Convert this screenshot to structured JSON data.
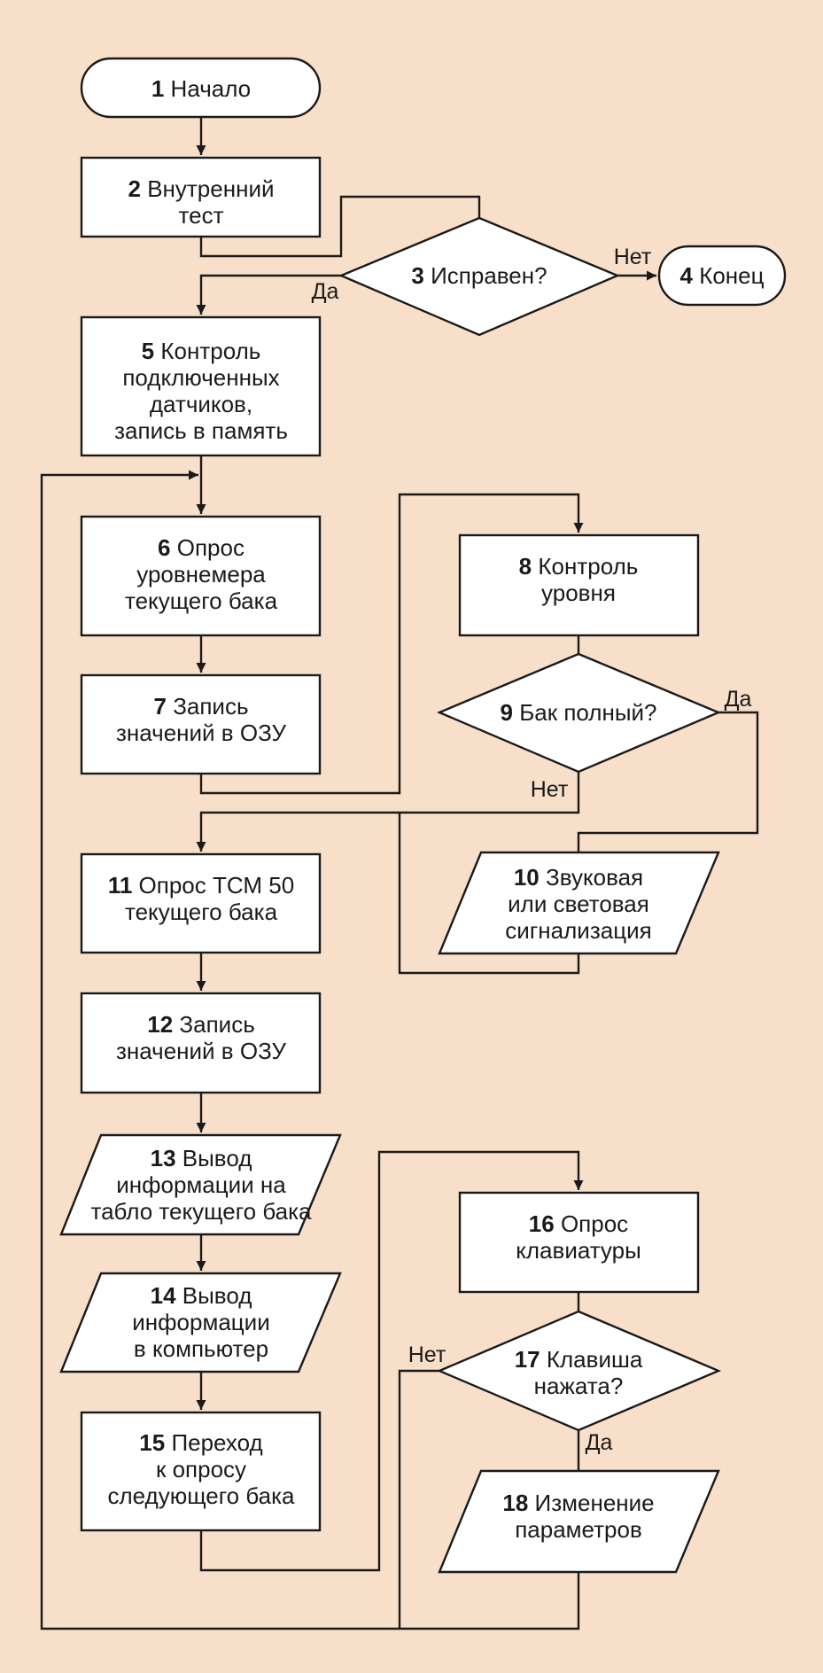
{
  "colors": {
    "background": "#f8dfc9",
    "shape_fill": "#ffffff",
    "stroke": "#1a1a1a"
  },
  "nodes": [
    {
      "id": "n1",
      "shape": "terminal",
      "number": "1",
      "lines": [
        "Начало"
      ]
    },
    {
      "id": "n2",
      "shape": "process",
      "number": "2",
      "lines": [
        "Внутренний",
        "тест"
      ]
    },
    {
      "id": "n3",
      "shape": "decision",
      "number": "3",
      "lines": [
        "Исправен?"
      ]
    },
    {
      "id": "n4",
      "shape": "terminal",
      "number": "4",
      "lines": [
        "Конец"
      ]
    },
    {
      "id": "n5",
      "shape": "process",
      "number": "5",
      "lines": [
        "Контроль",
        "подключенных",
        "датчиков,",
        "запись в память"
      ]
    },
    {
      "id": "n6",
      "shape": "process",
      "number": "6",
      "lines": [
        "Опрос",
        "уровнемера",
        "текущего бака"
      ]
    },
    {
      "id": "n7",
      "shape": "process",
      "number": "7",
      "lines": [
        "Запись",
        "значений в ОЗУ"
      ]
    },
    {
      "id": "n8",
      "shape": "process",
      "number": "8",
      "lines": [
        "Контроль",
        "уровня"
      ]
    },
    {
      "id": "n9",
      "shape": "decision",
      "number": "9",
      "lines": [
        "Бак полный?"
      ]
    },
    {
      "id": "n10",
      "shape": "parallelogram",
      "number": "10",
      "lines": [
        "Звуковая",
        "или световая",
        "сигнализация"
      ]
    },
    {
      "id": "n11",
      "shape": "process",
      "number": "11",
      "lines": [
        "Опрос ТСМ 50",
        "текущего бака"
      ]
    },
    {
      "id": "n12",
      "shape": "process",
      "number": "12",
      "lines": [
        "Запись",
        "значений в ОЗУ"
      ]
    },
    {
      "id": "n13",
      "shape": "parallelogram",
      "number": "13",
      "lines": [
        "Вывод",
        "информации на",
        "табло текущего бака"
      ]
    },
    {
      "id": "n14",
      "shape": "parallelogram",
      "number": "14",
      "lines": [
        "Вывод",
        "информации",
        "в компьютер"
      ]
    },
    {
      "id": "n15",
      "shape": "process",
      "number": "15",
      "lines": [
        "Переход",
        "к опросу",
        "следующего бака"
      ]
    },
    {
      "id": "n16",
      "shape": "process",
      "number": "16",
      "lines": [
        "Опрос",
        "клавиатуры"
      ]
    },
    {
      "id": "n17",
      "shape": "decision",
      "number": "17",
      "lines": [
        "Клавиша",
        "нажата?"
      ]
    },
    {
      "id": "n18",
      "shape": "parallelogram",
      "number": "18",
      "lines": [
        "Изменение",
        "параметров"
      ]
    }
  ],
  "edge_labels": {
    "n3_no": "Нет",
    "n3_yes": "Да",
    "n9_yes": "Да",
    "n9_no": "Нет",
    "n17_no": "Нет",
    "n17_yes": "Да"
  }
}
